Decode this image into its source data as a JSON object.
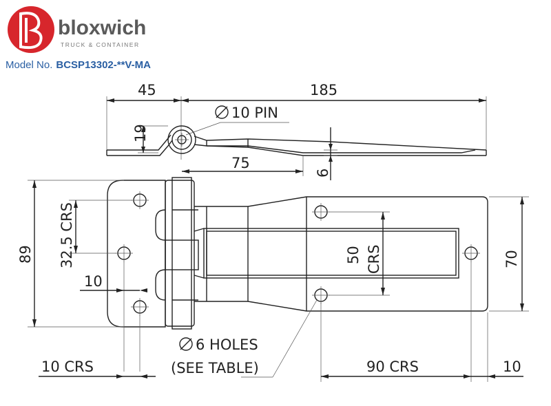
{
  "brand": {
    "name": "bloxwich",
    "tagline": "TRUCK & CONTAINER",
    "accent": "#d7262c"
  },
  "model": {
    "label": "Model No.",
    "number": "BCSP13302-**V-MA",
    "color": "#2a5fa3"
  },
  "dimensions": {
    "d45": "45",
    "d185": "185",
    "pin": "10 PIN",
    "d19": "19",
    "d75": "75",
    "d6": "6",
    "d89": "89",
    "d32_5": "32.5 CRS",
    "d10_left": "10",
    "d50": "50",
    "d50_crs": "CRS",
    "d70": "70",
    "holes_line1": "6 HOLES",
    "holes_line2": "(SEE TABLE)",
    "d10_crs": "10 CRS",
    "d90_crs": "90 CRS",
    "d10_right": "10"
  }
}
